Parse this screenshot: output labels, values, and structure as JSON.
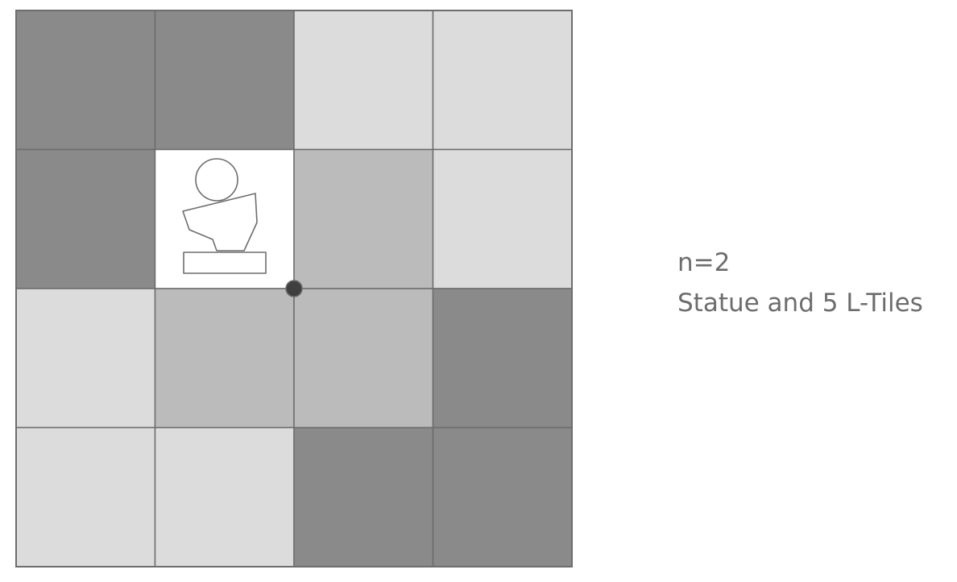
{
  "board": {
    "size": 4,
    "grid": [
      [
        "dark",
        "dark",
        "light",
        "light"
      ],
      [
        "dark",
        "statue",
        "medium",
        "light"
      ],
      [
        "light",
        "medium",
        "medium",
        "dark"
      ],
      [
        "light",
        "light",
        "dark",
        "dark"
      ]
    ],
    "center_marker": {
      "row": 2,
      "col": 2
    },
    "colors": {
      "dark": "#8a8a8a",
      "medium": "#bbbbbb",
      "light": "#dcdcdc",
      "statue": "#ffffff",
      "line": "#6d6d6d",
      "marker": "#3f3f3f"
    },
    "statue_icon": "statue-icon"
  },
  "caption": {
    "n_label": "n=2",
    "description": "Statue and 5 L-Tiles"
  }
}
